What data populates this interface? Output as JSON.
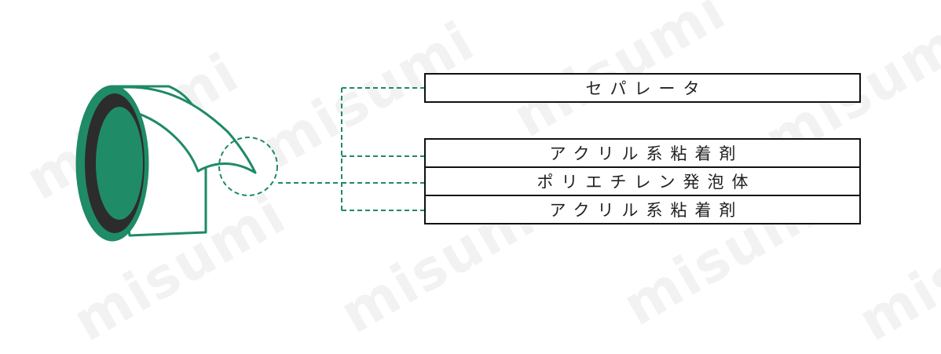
{
  "watermark": "misumi",
  "layers": {
    "separator": "セパレータ",
    "adhesive_top": "アクリル系粘着剤",
    "foam_core": "ポリエチレン発泡体",
    "adhesive_bottom": "アクリル系粘着剤"
  },
  "colors": {
    "accent": "#1e8a68",
    "tape_face": "#1f8c67",
    "tape_ring": "#2c2c2c",
    "outline": "#111111"
  }
}
